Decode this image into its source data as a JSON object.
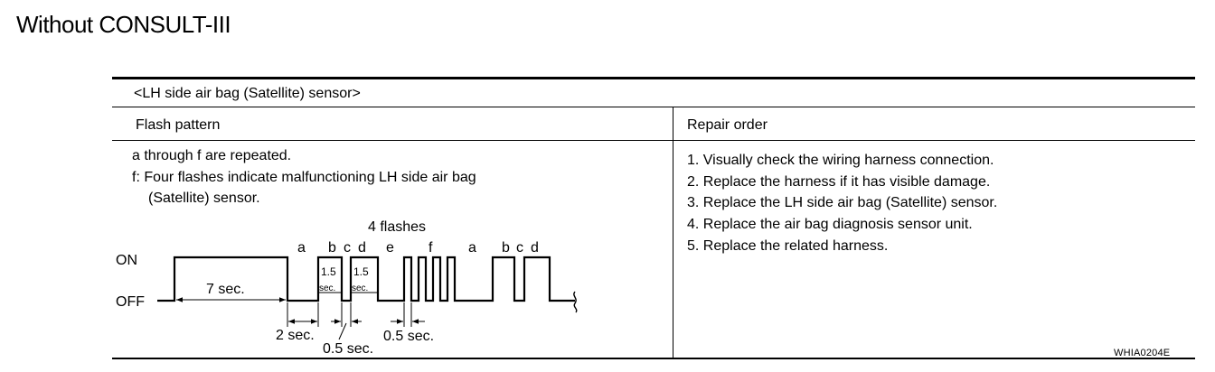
{
  "page": {
    "title": "Without CONSULT-III",
    "figure_id": "WHIA0204E"
  },
  "table": {
    "sensor_title": "<LH side air bag (Satellite) sensor>",
    "flash_pattern_header": "Flash pattern",
    "repair_order_header": "Repair order",
    "flash_description": [
      "a through f are repeated.",
      "f: Four  flashes  indicate malfunctioning LH side air bag",
      "(Satellite) sensor."
    ],
    "repair_steps": [
      "1. Visually check the wiring harness connection.",
      "2. Replace the harness if it has visible damage.",
      "3. Replace the LH side air bag (Satellite) sensor.",
      "4. Replace the air bag diagnosis sensor unit.",
      "5. Replace the related harness."
    ]
  },
  "timing_diagram": {
    "on_label": "ON",
    "off_label": "OFF",
    "four_flashes_label": "4 flashes",
    "segment_letters": [
      "a",
      "b",
      "c",
      "d",
      "e",
      "f",
      "a",
      "b",
      "c",
      "d"
    ],
    "seven_sec_label": "7 sec.",
    "two_sec_label": "2 sec.",
    "half_sec_label_1": "0.5 sec.",
    "half_sec_label_2": "0.5 sec.",
    "pulse_width_value": "1.5",
    "pulse_width_unit": "sec."
  }
}
